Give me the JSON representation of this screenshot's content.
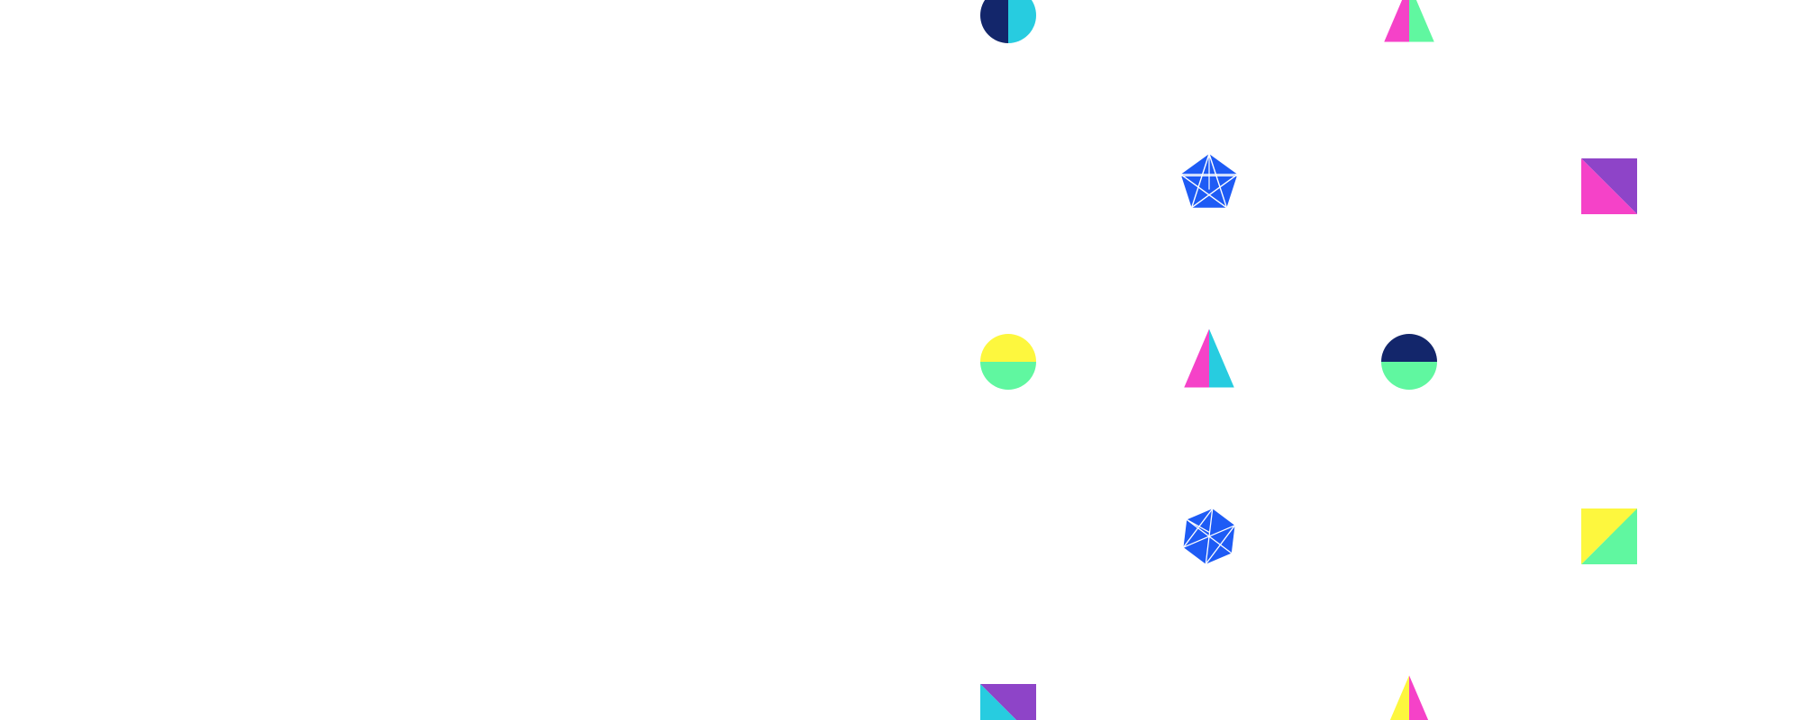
{
  "background_color": "#ffffff",
  "colors": {
    "navy": "#13266B",
    "cyan": "#27CCE0",
    "magenta": "#F542C8",
    "mint": "#60F7A0",
    "blue": "#1E5BF5",
    "purple": "#8E44C8",
    "yellow": "#FDF73E",
    "line": "#ffffff"
  },
  "shapes": [
    {
      "name": "split-circle-icon",
      "kind": "circle-split",
      "split": "vertical",
      "colors": [
        "navy",
        "cyan"
      ]
    },
    {
      "name": "split-triangle-icon",
      "kind": "triangle-split",
      "colors": [
        "magenta",
        "mint"
      ]
    },
    {
      "name": "star-pentagon-icon",
      "kind": "pentagon-star",
      "colors": [
        "blue"
      ]
    },
    {
      "name": "diagonal-square-icon",
      "kind": "square-diagonal",
      "diagonal": "tl-br",
      "colors": [
        "purple",
        "magenta"
      ]
    },
    {
      "name": "split-circle-icon",
      "kind": "circle-split",
      "split": "horizontal",
      "colors": [
        "yellow",
        "mint"
      ]
    },
    {
      "name": "split-triangle-icon",
      "kind": "triangle-split",
      "colors": [
        "magenta",
        "cyan"
      ]
    },
    {
      "name": "split-circle-icon",
      "kind": "circle-split",
      "split": "horizontal",
      "colors": [
        "navy",
        "mint"
      ]
    },
    {
      "name": "faceted-hexagon-icon",
      "kind": "hexagon-faceted",
      "colors": [
        "blue"
      ]
    },
    {
      "name": "diagonal-square-icon",
      "kind": "square-diagonal",
      "diagonal": "tr-bl",
      "colors": [
        "yellow",
        "mint"
      ]
    },
    {
      "name": "diagonal-square-icon",
      "kind": "square-diagonal",
      "diagonal": "tl-br",
      "colors": [
        "purple",
        "cyan"
      ]
    },
    {
      "name": "split-triangle-icon",
      "kind": "triangle-split",
      "colors": [
        "yellow",
        "magenta"
      ]
    }
  ]
}
